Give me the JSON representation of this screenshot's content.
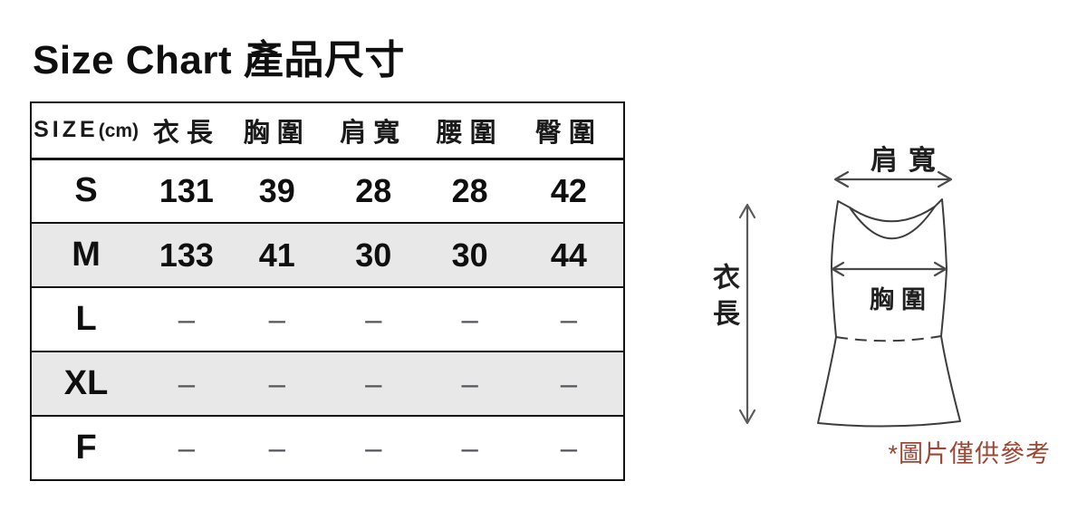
{
  "page": {
    "title": "Size Chart 產品尺寸"
  },
  "table": {
    "header": {
      "size_label": "SIZE",
      "size_unit": "(cm)",
      "columns": [
        "衣長",
        "胸圍",
        "肩寬",
        "腰圍",
        "臀圍"
      ]
    },
    "rows": [
      {
        "size": "S",
        "values": [
          "131",
          "39",
          "28",
          "28",
          "42"
        ],
        "shaded": false
      },
      {
        "size": "M",
        "values": [
          "133",
          "41",
          "30",
          "30",
          "44"
        ],
        "shaded": true
      },
      {
        "size": "L",
        "values": [
          "–",
          "–",
          "–",
          "–",
          "–"
        ],
        "shaded": false
      },
      {
        "size": "XL",
        "values": [
          "–",
          "–",
          "–",
          "–",
          "–"
        ],
        "shaded": true
      },
      {
        "size": "F",
        "values": [
          "–",
          "–",
          "–",
          "–",
          "–"
        ],
        "shaded": false
      }
    ]
  },
  "diagram": {
    "shoulder_label": "肩寬",
    "length_label": "衣長",
    "chest_label": "胸圍",
    "note": "*圖片僅供參考",
    "note_color": "#9c4734"
  },
  "colors": {
    "row_shaded": "#e8e8e8",
    "table_border": "#141414",
    "empty_dash": "#55565b",
    "outline_stroke": "#3d3d3d",
    "arrow_stroke": "#5a5a5a"
  }
}
